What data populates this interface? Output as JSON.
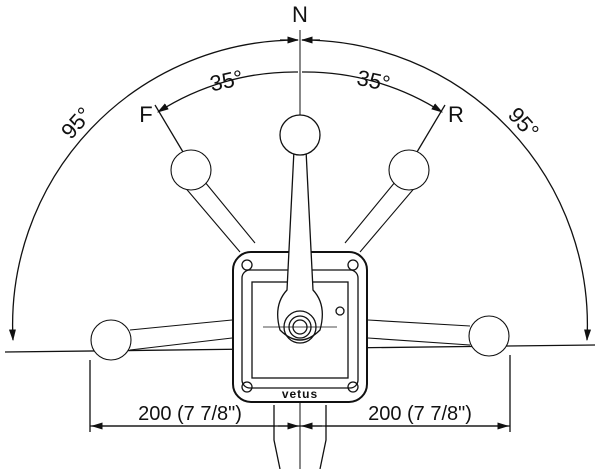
{
  "labels": {
    "neutral": "N",
    "forward": "F",
    "reverse": "R",
    "angle_forward": "35°",
    "angle_reverse": "35°",
    "angle_full_left": "95°",
    "angle_full_right": "95°",
    "dim_left": "200 (7 7/8\")",
    "dim_right": "200 (7 7/8\")",
    "logo": "vetus"
  }
}
